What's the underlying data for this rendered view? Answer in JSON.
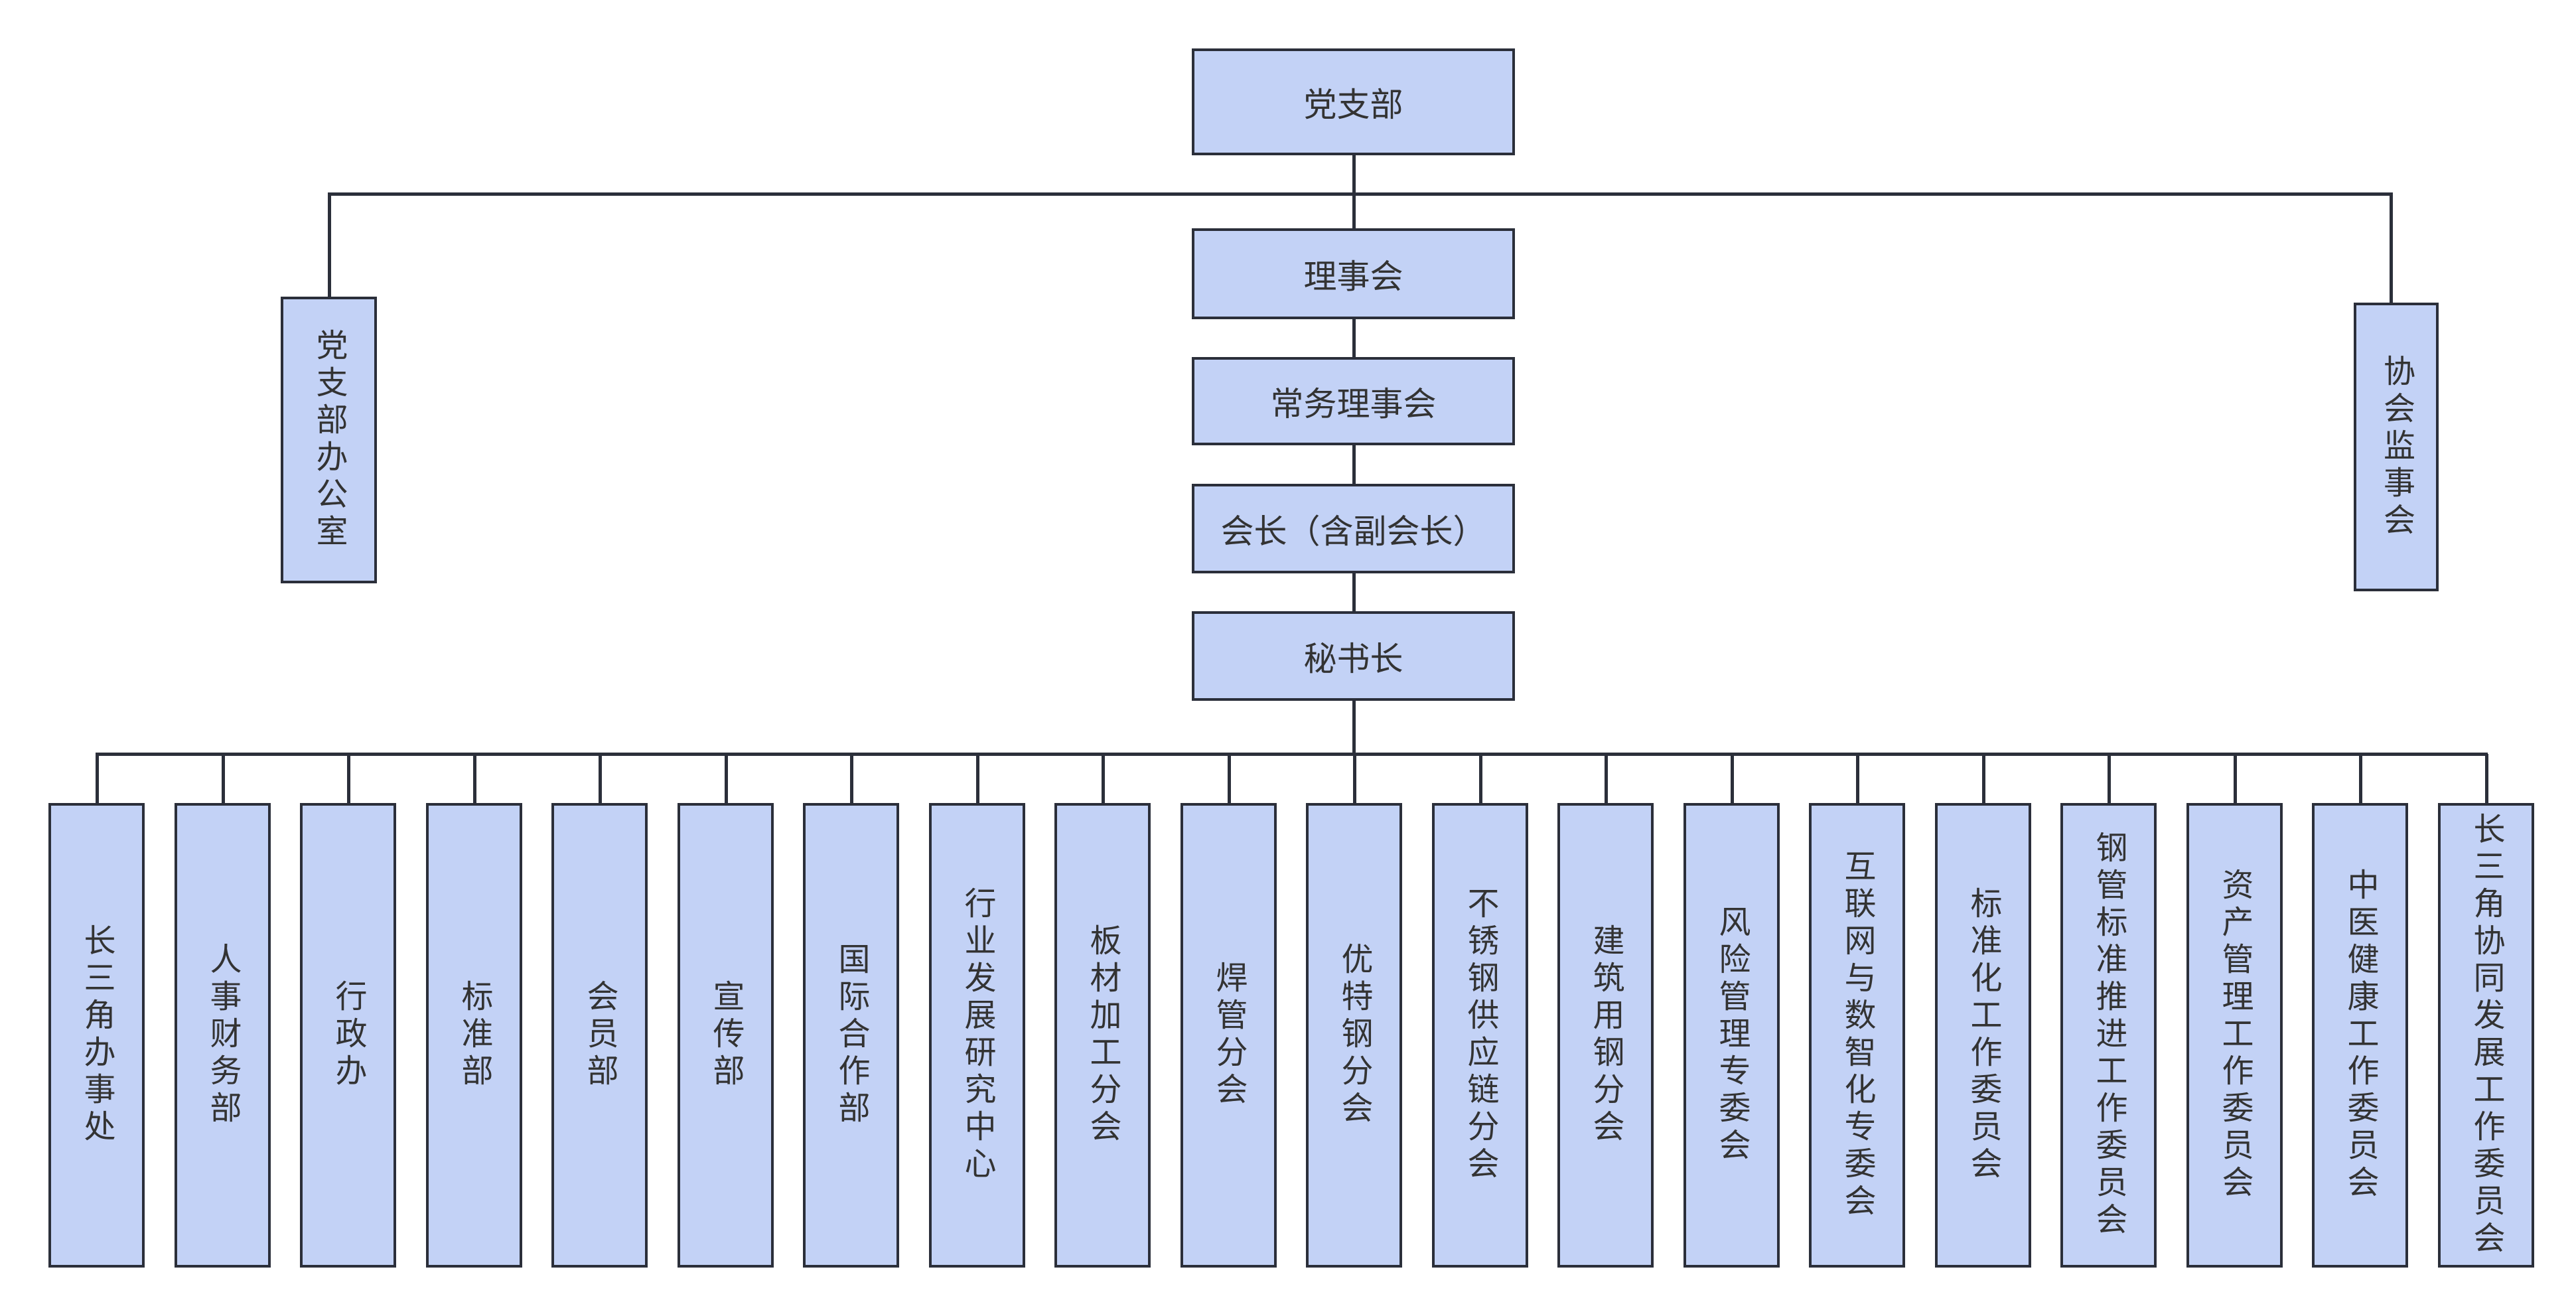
{
  "diagram": {
    "top": {
      "label": "党支部"
    },
    "side_left": {
      "label": "党支部办公室"
    },
    "side_right": {
      "label": "协会监事会"
    },
    "chain": [
      {
        "label": "理事会"
      },
      {
        "label": "常务理事会"
      },
      {
        "label": "会长（含副会长）"
      },
      {
        "label": "秘书长"
      }
    ],
    "departments": [
      {
        "label": "长三角办事处"
      },
      {
        "label": "人事财务部"
      },
      {
        "label": "行政办"
      },
      {
        "label": "标准部"
      },
      {
        "label": "会员部"
      },
      {
        "label": "宣传部"
      },
      {
        "label": "国际合作部"
      },
      {
        "label": "行业发展研究中心"
      },
      {
        "label": "板材加工分会"
      },
      {
        "label": "焊管分会"
      },
      {
        "label": "优特钢分会"
      },
      {
        "label": "不锈钢供应链分会"
      },
      {
        "label": "建筑用钢分会"
      },
      {
        "label": "风险管理专委会"
      },
      {
        "label": "互联网与数智化专委会"
      },
      {
        "label": "标准化工作委员会"
      },
      {
        "label": "钢管标准推进工作委员会"
      },
      {
        "label": "资产管理工作委员会"
      },
      {
        "label": "中医健康工作委员会"
      },
      {
        "label": "长三角协同发展工作委员会"
      }
    ],
    "colors": {
      "box_fill": "#c3d2f6",
      "box_border": "#2b2f3a",
      "connector": "#2b2f3a",
      "text": "#333333"
    }
  }
}
